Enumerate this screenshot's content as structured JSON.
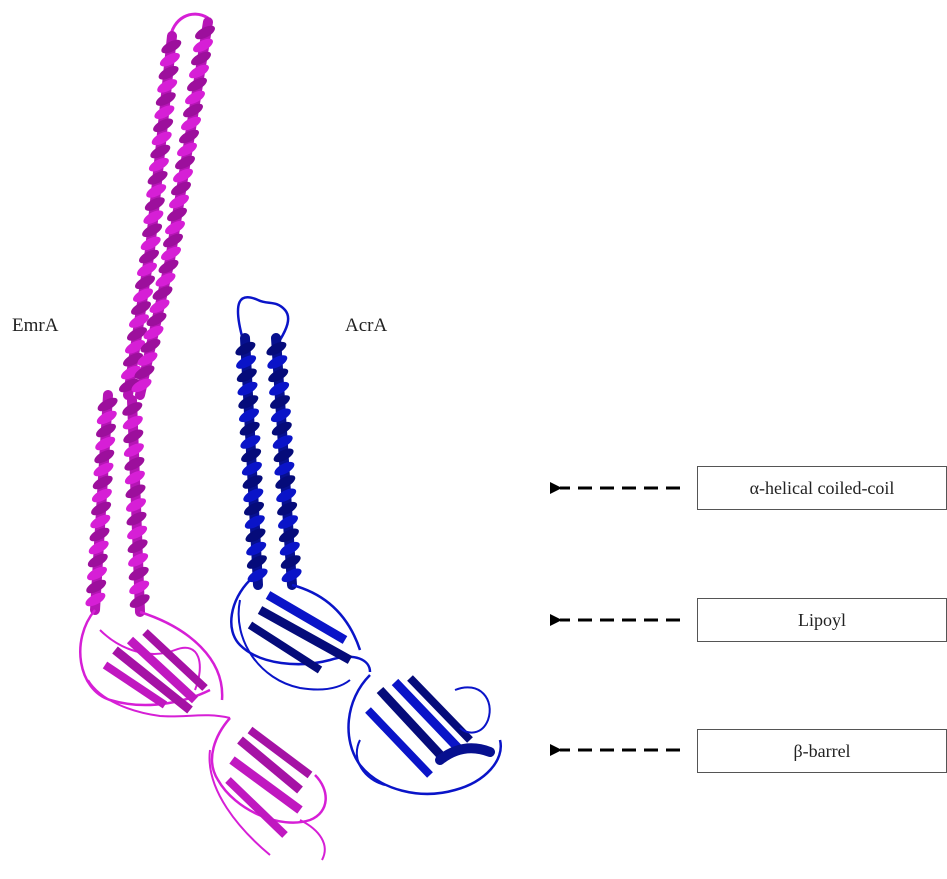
{
  "figure": {
    "proteins": [
      {
        "name": "EmrA",
        "color": "#d61fd6",
        "dark_color": "#9c0f9c"
      },
      {
        "name": "AcrA",
        "color": "#0a14c8",
        "dark_color": "#050b7a"
      }
    ],
    "domains": [
      {
        "label": "α-helical  coiled-coil"
      },
      {
        "label": "Lipoyl"
      },
      {
        "label": "β-barrel"
      }
    ],
    "arrow_style": "dashed"
  }
}
